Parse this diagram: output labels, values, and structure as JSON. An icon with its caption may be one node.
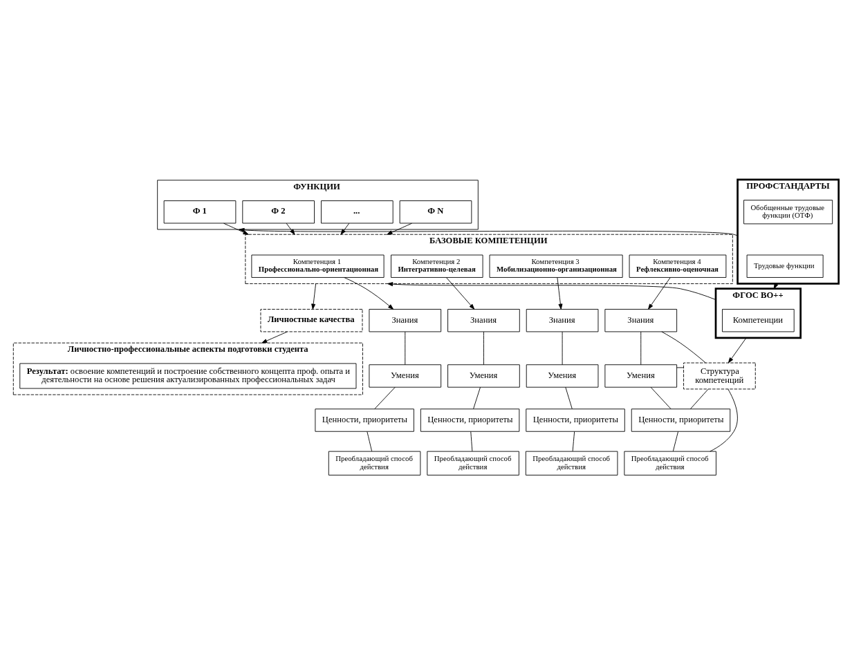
{
  "diagram": {
    "nodes": [
      {
        "text": [
          "ФУНКЦИИ"
        ]
      },
      {
        "text": [
          "Ф 1"
        ],
        "in": 0
      },
      {
        "text": [
          "Ф 2"
        ],
        "in": 0
      },
      {
        "text": [
          "..."
        ],
        "in": 0
      },
      {
        "text": [
          "Ф N"
        ],
        "in": 0
      },
      {
        "text": [
          "ПРОФСТАНДАРТЫ"
        ]
      },
      {
        "text": [
          "Обобщенные трудовые функции (ОТФ)"
        ],
        "in": 5
      },
      {
        "text": [
          "Трудовые функции"
        ],
        "in": 5
      },
      {
        "text": [
          "БАЗОВЫЕ КОМПЕТЕНЦИИ"
        ]
      },
      {
        "text": [
          "Компетенция 1",
          "Профессионально-ориентационная"
        ],
        "in": 8
      },
      {
        "text": [
          "Компетенция 2",
          "Интегративно-целевая"
        ],
        "in": 8
      },
      {
        "text": [
          "Компетенция 3",
          "Мобилизационно-организационная"
        ],
        "in": 8
      },
      {
        "text": [
          "Компетенция 4",
          "Рефлексивно-оценочная"
        ],
        "in": 8
      },
      {
        "text": [
          "ФГОС ВО++"
        ]
      },
      {
        "text": [
          "Компетенции"
        ],
        "in": 13
      },
      {
        "text": [
          "Личностные качества"
        ]
      },
      {
        "text": [
          "Знания"
        ]
      },
      {
        "text": [
          "Знания"
        ]
      },
      {
        "text": [
          "Знания"
        ]
      },
      {
        "text": [
          "Знания"
        ]
      },
      {
        "text": [
          "Умения"
        ]
      },
      {
        "text": [
          "Умения"
        ]
      },
      {
        "text": [
          "Умения"
        ]
      },
      {
        "text": [
          "Умения"
        ]
      },
      {
        "text": [
          "Ценности, приоритеты"
        ]
      },
      {
        "text": [
          "Ценности, приоритеты"
        ]
      },
      {
        "text": [
          "Ценности, приоритеты"
        ]
      },
      {
        "text": [
          "Ценности, приоритеты"
        ]
      },
      {
        "text": [
          "Преобладающий способ действия"
        ]
      },
      {
        "text": [
          "Преобладающий способ действия"
        ]
      },
      {
        "text": [
          "Преобладающий способ действия"
        ]
      },
      {
        "text": [
          "Преобладающий способ действия"
        ]
      },
      {
        "text": [
          "Структура компетенций"
        ]
      },
      {
        "text": [
          "Личностно-профессиональные аспекты подготовки студента"
        ]
      },
      {
        "text": [
          "**Результат:** освоение компетенций и построение собственного концепта проф. опыта и деятельности на основе решения актуализированных профессиональных задач"
        ],
        "in": 33
      }
    ],
    "edges": [
      {
        "from": 5,
        "to": 0,
        "arrow": "to"
      },
      {
        "from": 1,
        "to": 8,
        "arrow": "to"
      },
      {
        "from": 2,
        "to": 8,
        "arrow": "to"
      },
      {
        "from": 3,
        "to": 8,
        "arrow": "to"
      },
      {
        "from": 4,
        "to": 8,
        "arrow": "to"
      },
      {
        "from": 5,
        "to": 13,
        "arrow": "to"
      },
      {
        "from": 13,
        "to": 8,
        "arrow": "to"
      },
      {
        "from": 9,
        "to": 16,
        "arrow": "to"
      },
      {
        "from": 10,
        "to": 17,
        "arrow": "to"
      },
      {
        "from": 11,
        "to": 18,
        "arrow": "to"
      },
      {
        "from": 12,
        "to": 19,
        "arrow": "to"
      },
      {
        "from": 8,
        "to": 15,
        "arrow": "to"
      },
      {
        "from": 13,
        "to": 32,
        "arrow": "to"
      },
      {
        "from": 16,
        "to": 20,
        "arrow": "none"
      },
      {
        "from": 17,
        "to": 21,
        "arrow": "none"
      },
      {
        "from": 18,
        "to": 22,
        "arrow": "none"
      },
      {
        "from": 19,
        "to": 23,
        "arrow": "none"
      },
      {
        "from": 20,
        "to": 24,
        "arrow": "none"
      },
      {
        "from": 21,
        "to": 25,
        "arrow": "none"
      },
      {
        "from": 22,
        "to": 26,
        "arrow": "none"
      },
      {
        "from": 23,
        "to": 27,
        "arrow": "none"
      },
      {
        "from": 24,
        "to": 28,
        "arrow": "none"
      },
      {
        "from": 25,
        "to": 29,
        "arrow": "none"
      },
      {
        "from": 26,
        "to": 30,
        "arrow": "none"
      },
      {
        "from": 27,
        "to": 31,
        "arrow": "none"
      },
      {
        "from": 19,
        "to": 32,
        "arrow": "none"
      },
      {
        "from": 23,
        "to": 32,
        "arrow": "none"
      },
      {
        "from": 27,
        "to": 32,
        "arrow": "none"
      },
      {
        "from": 31,
        "to": 32,
        "arrow": "none"
      },
      {
        "from": 15,
        "to": 33,
        "arrow": "to"
      }
    ]
  }
}
